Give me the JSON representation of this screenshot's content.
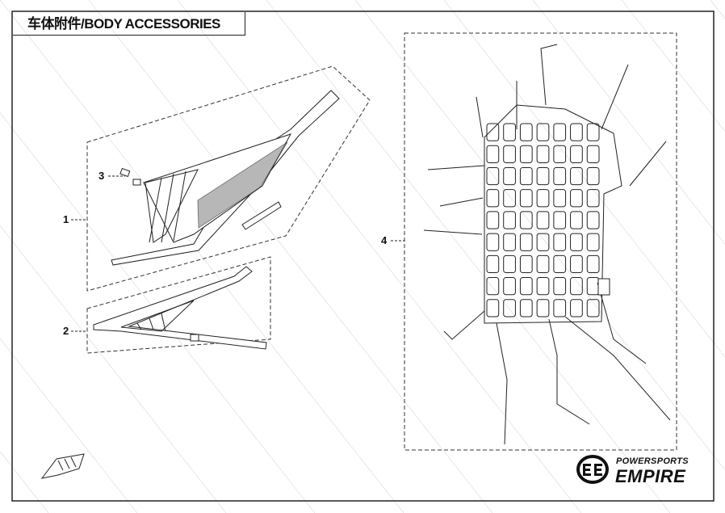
{
  "title": "车体附件/BODY ACCESSORIES",
  "callouts": [
    "1",
    "2",
    "3",
    "4"
  ],
  "brand": {
    "line1": "POWERSPORTS",
    "line2": "EMPIRE"
  },
  "watermark": "POWERSPORTS EMPIRE"
}
